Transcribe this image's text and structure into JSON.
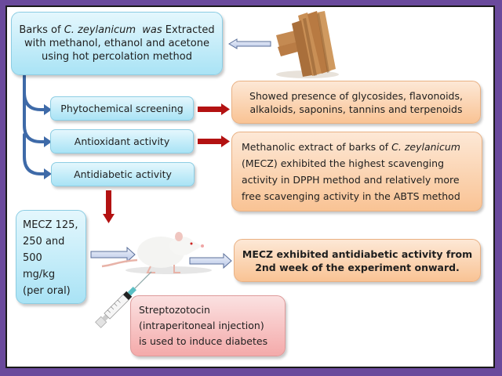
{
  "diagram": {
    "extraction_box": {
      "line1_prefix": "Barks of ",
      "line1_species": "C. zeylanicum",
      "line1_was": "was",
      "line1_suffix": " Extracted",
      "line2": "with methanol, ethanol and acetone",
      "line3": "using hot percolation method"
    },
    "steps": [
      {
        "label": "Phytochemical screening"
      },
      {
        "label": "Antioxidant activity"
      },
      {
        "label": "Antidiabetic activity"
      }
    ],
    "phytochemical_result": {
      "line1": "Showed presence of glycosides, flavonoids,",
      "line2": "alkaloids, saponins, tannins and terpenoids"
    },
    "antioxidant_result": {
      "line1_prefix": "Methanolic extract of barks of ",
      "line1_species": "C. zeylanicum",
      "line2": "(MECZ)  exhibited the highest scavenging",
      "line3": "activity in DPPH method and relatively more",
      "line4": "free scavenging activity in the ABTS method"
    },
    "dose_box": {
      "lines": [
        "MECZ 125,",
        "250 and",
        "500",
        "mg/kg",
        "(per oral)"
      ]
    },
    "antidiabetic_result": {
      "line1": "MECZ exhibited antidiabetic activity from",
      "line2": "2nd week of the experiment onward."
    },
    "stz_box": {
      "line1": "Streptozotocin",
      "line2": "(intraperitoneal injection)",
      "line3": "is used to induce diabetes"
    },
    "images": {
      "cinnamon": "cinnamon-sticks",
      "rat": "white-rat",
      "syringe": "syringe"
    },
    "colors": {
      "frame": "#6a4a9c",
      "blue_box": "#a9e3f5",
      "orange_box": "#f9c394",
      "pink_box": "#f4aaaa",
      "red_arrow": "#b31212",
      "blue_arrow": "#3e6aa8"
    }
  }
}
